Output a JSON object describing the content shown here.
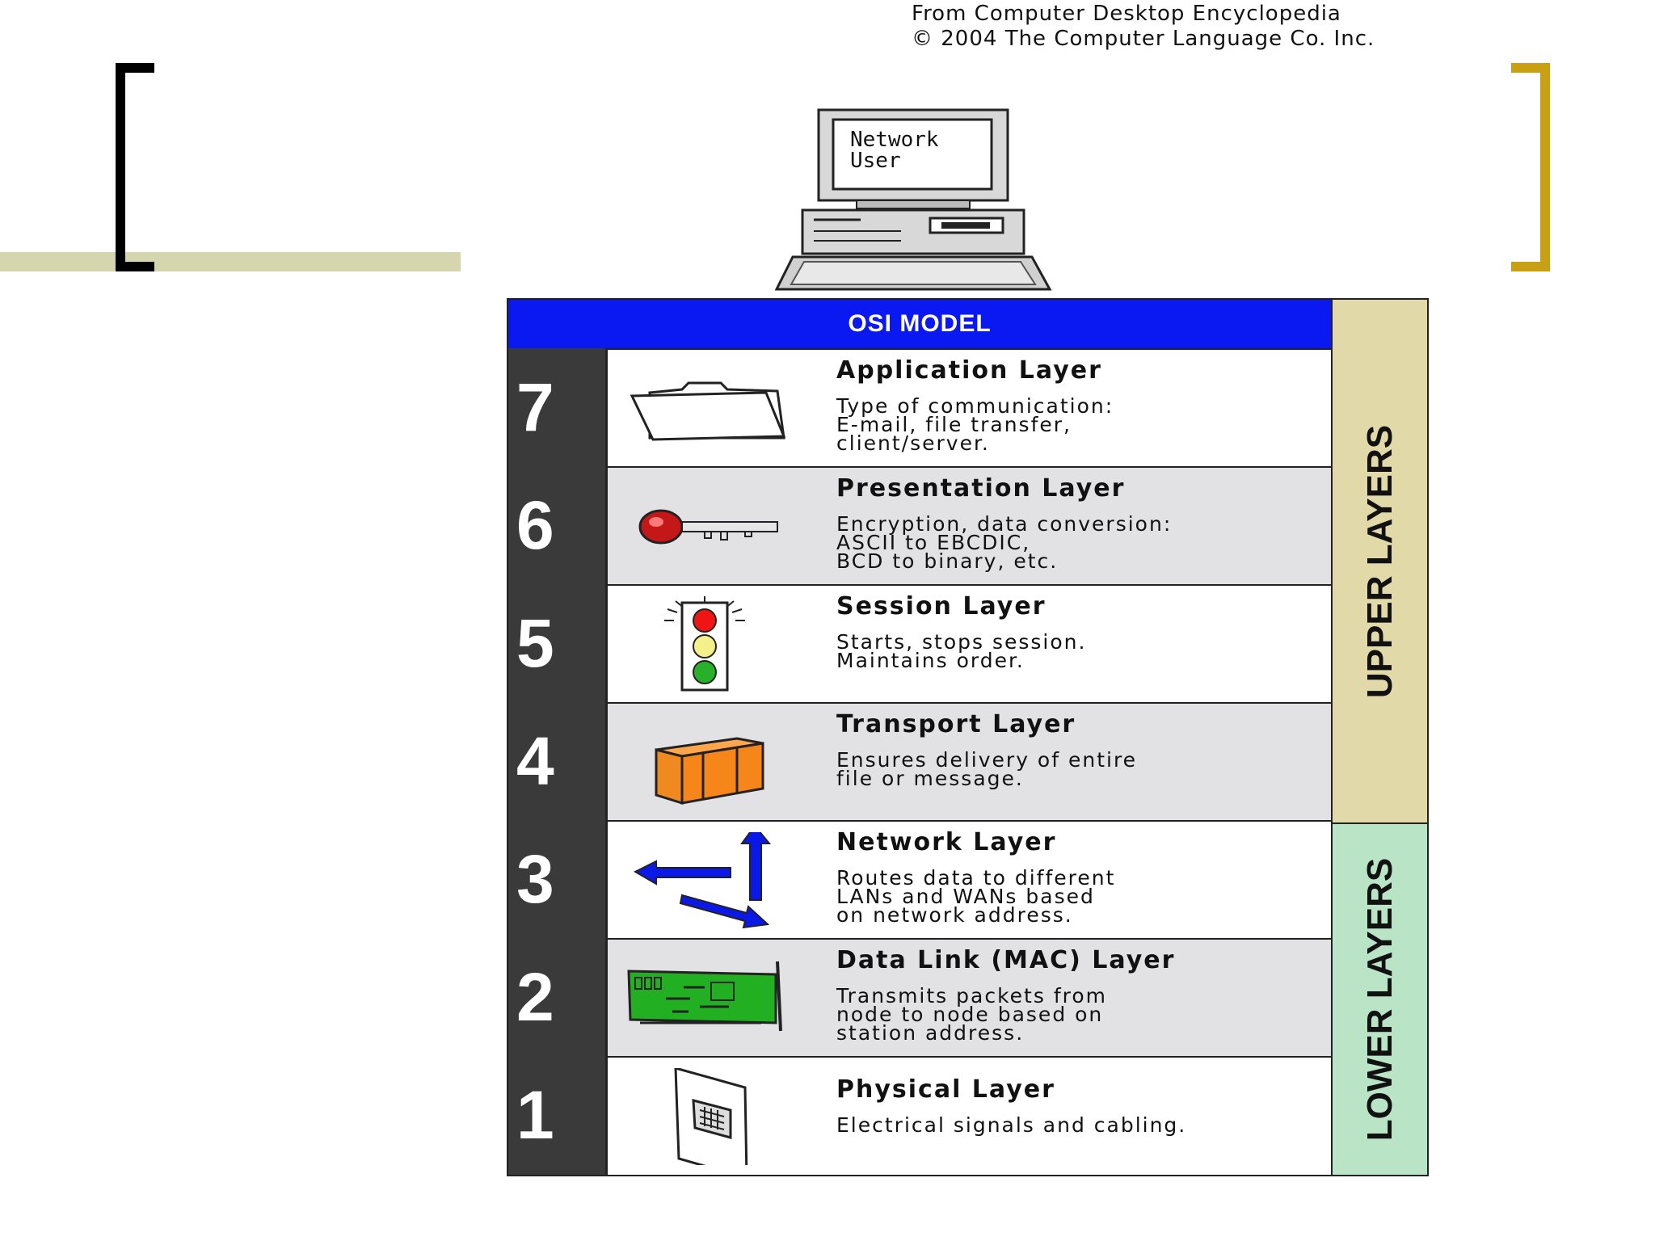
{
  "credit": {
    "line1": "From Computer Desktop Encyclopedia",
    "line2": "© 2004 The Computer Language Co. Inc."
  },
  "computer": {
    "screen_line1": "Network",
    "screen_line2": "User"
  },
  "osi": {
    "header": "OSI MODEL",
    "upper_label": "UPPER LAYERS",
    "lower_label": "LOWER LAYERS",
    "layers": [
      {
        "number": "7",
        "title": "Application Layer",
        "desc": "Type of communication:\nE-mail, file transfer,\nclient/server.",
        "icon": "folder-icon"
      },
      {
        "number": "6",
        "title": "Presentation Layer",
        "desc": "Encryption, data conversion:\nASCII to EBCDIC,\nBCD to binary, etc.",
        "icon": "key-icon"
      },
      {
        "number": "5",
        "title": "Session Layer",
        "desc": "Starts, stops session.\nMaintains order.",
        "icon": "traffic-light-icon"
      },
      {
        "number": "4",
        "title": "Transport Layer",
        "desc": "Ensures delivery of entire\nfile or message.",
        "icon": "package-icon"
      },
      {
        "number": "3",
        "title": "Network Layer",
        "desc": "Routes data to different\nLANs and WANs based\non network address.",
        "icon": "routing-arrows-icon"
      },
      {
        "number": "2",
        "title": "Data Link (MAC) Layer",
        "desc": "Transmits packets from\nnode to node based on\nstation address.",
        "icon": "network-card-icon"
      },
      {
        "number": "1",
        "title": "Physical Layer",
        "desc": "Electrical signals and cabling.",
        "icon": "wall-jack-icon"
      }
    ]
  },
  "colors": {
    "header_blue": "#0a18f2",
    "number_column": "#3a3a3a",
    "upper_band": "#e2d9a8",
    "lower_band": "#b9e4c6",
    "olive_bar": "#d5d6ae",
    "gold_bracket": "#c9a012"
  }
}
